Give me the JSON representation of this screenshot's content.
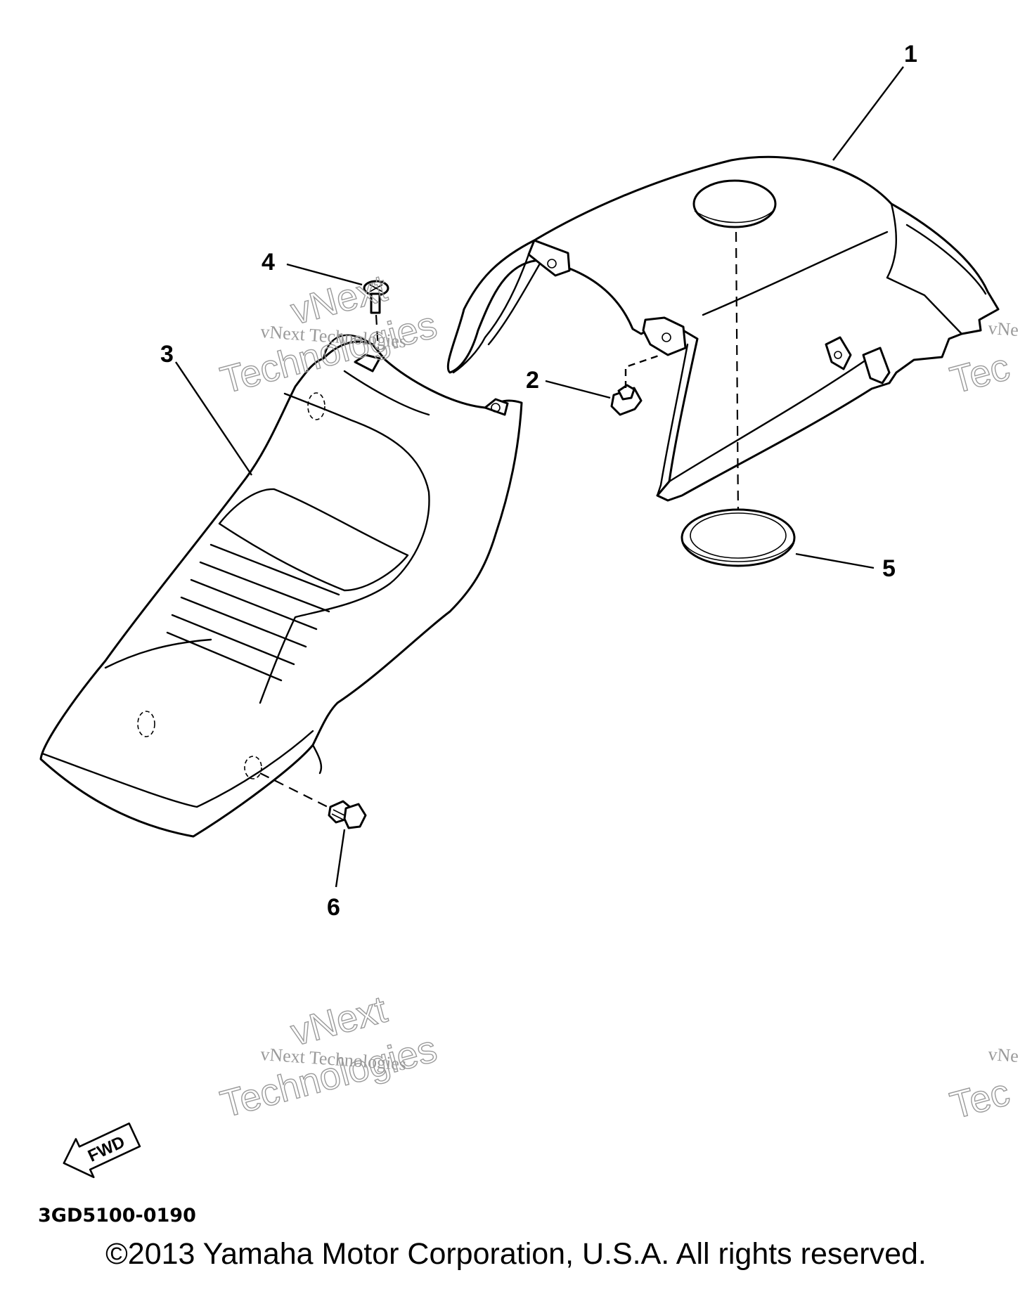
{
  "diagram": {
    "callouts": [
      "1",
      "2",
      "3",
      "4",
      "5",
      "6"
    ],
    "direction_marker": "FWD",
    "figure_code": "3GD5100-0190"
  },
  "watermark": {
    "brand": "vNext",
    "line": "vNext Technologies",
    "word": "Technologies",
    "partial_brand": "vNe",
    "partial_word": "Tec"
  },
  "footer": {
    "copyright": "©2013 Yamaha Motor Corporation, U.S.A. All rights reserved."
  }
}
